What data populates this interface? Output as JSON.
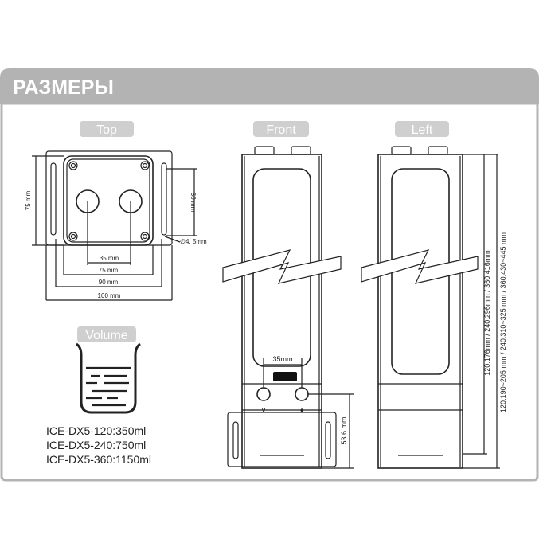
{
  "header": {
    "title": "РАЗМЕРЫ"
  },
  "views": {
    "top": "Top",
    "front": "Front",
    "left": "Left",
    "volume": "Volume"
  },
  "top_dims": {
    "height": "75 mm",
    "inner_height": "50 mm",
    "hole": "∅4. 5mm",
    "port_spacing": "35 mm",
    "w75": "75 mm",
    "w90": "90 mm",
    "w100": "100 mm"
  },
  "front_dims": {
    "port_spacing": "35mm",
    "port_height": "53.6 mm"
  },
  "left_dims": {
    "inner": "120:176mm / 240:296mm / 360:416mm",
    "outer": "120:190~205 mm / 240:310~325 mm / 360:430~445 mm"
  },
  "volumes": [
    "ICE-DX5-120:350ml",
    "ICE-DX5-240:750ml",
    "ICE-DX5-360:1150ml"
  ],
  "colors": {
    "frame": "#a9a9a9",
    "tab": "#cfcfcf",
    "tab_text": "#ffffff",
    "ink": "#222222"
  }
}
